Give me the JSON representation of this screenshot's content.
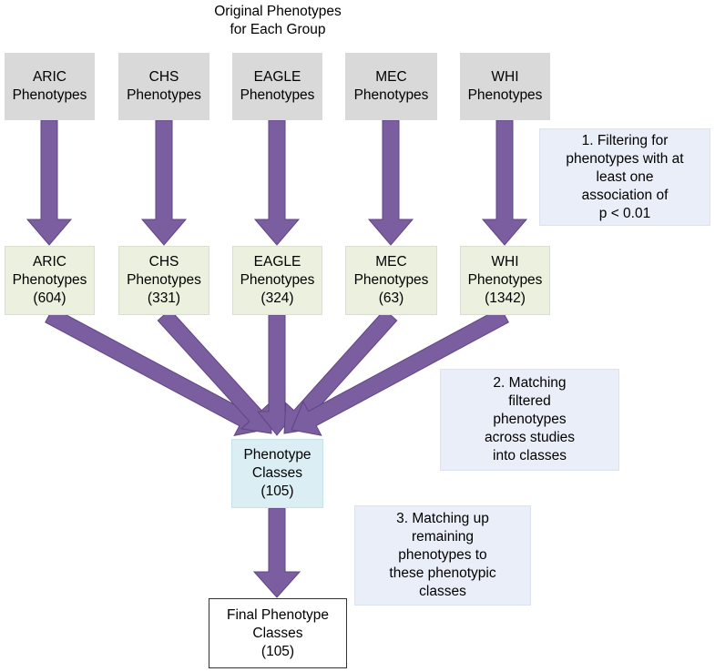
{
  "title": [
    "Original Phenotypes",
    "for Each Group"
  ],
  "original": [
    [
      "ARIC",
      "Phenotypes"
    ],
    [
      "CHS",
      "Phenotypes"
    ],
    [
      "EAGLE",
      "Phenotypes"
    ],
    [
      "MEC",
      "Phenotypes"
    ],
    [
      "WHI",
      "Phenotypes"
    ]
  ],
  "filtered": [
    [
      "ARIC",
      "Phenotypes",
      "(604)"
    ],
    [
      "CHS",
      "Phenotypes",
      "(331)"
    ],
    [
      "EAGLE",
      "Phenotypes",
      "(324)"
    ],
    [
      "MEC",
      "Phenotypes",
      "(63)"
    ],
    [
      "WHI",
      "Phenotypes",
      "(1342)"
    ]
  ],
  "classes": [
    "Phenotype",
    "Classes",
    "(105)"
  ],
  "final": [
    "Final Phenotype",
    "Classes",
    "(105)"
  ],
  "notes": {
    "step1": [
      "1. Filtering for",
      "phenotypes with at",
      "least one",
      "association of",
      "p < 0.01"
    ],
    "step2": [
      "2. Matching",
      "filtered",
      "phenotypes",
      "across studies",
      "into classes"
    ],
    "step3": [
      "3. Matching up",
      "remaining",
      "phenotypes to",
      "these  phenotypic",
      "classes"
    ]
  },
  "colors": {
    "arrow": "#7b5ea0",
    "arrow_stroke": "#5f4585",
    "original_fill": "#d9d9d9",
    "filtered_fill": "#ebf1de",
    "classes_fill": "#dbeef4",
    "note_fill": "#e9eef8"
  }
}
